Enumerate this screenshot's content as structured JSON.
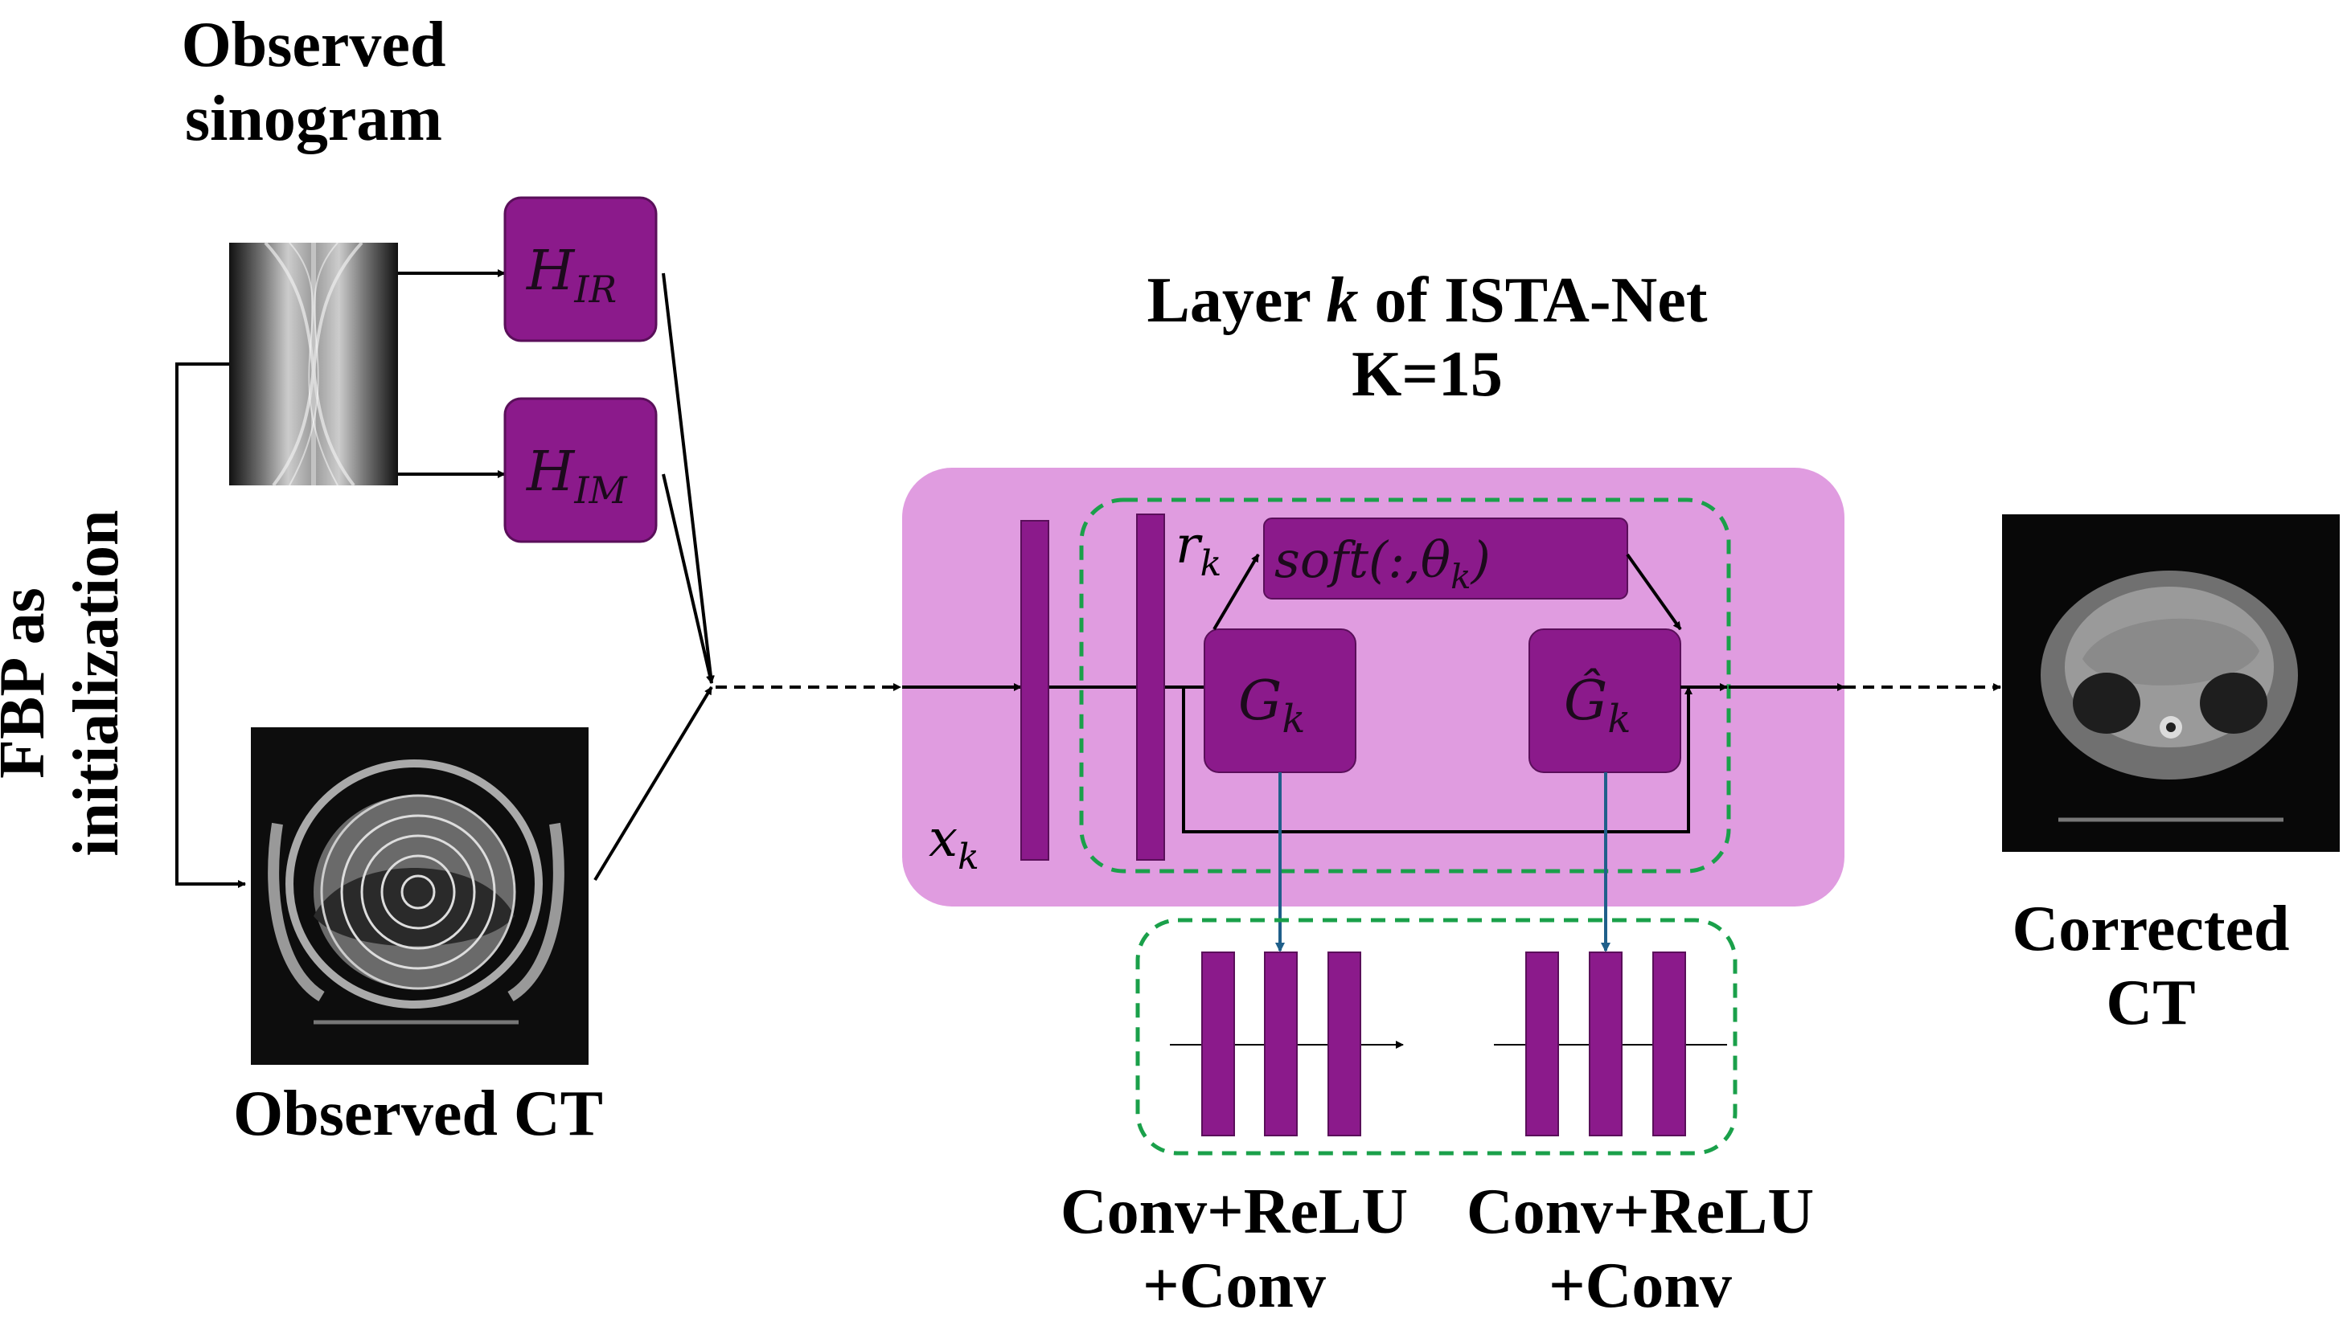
{
  "labels": {
    "observed_sinogram_line1": "Observed",
    "observed_sinogram_line2": "sinogram",
    "observed_ct": "Observed CT",
    "fbp_line1": "FBP as",
    "fbp_line2": "initialization",
    "layer_title_pre": "Layer ",
    "layer_title_k": "k",
    "layer_title_post": " of ISTA-Net",
    "layer_count": "K=15",
    "corrected_line1": "Corrected",
    "corrected_line2": "CT",
    "conv_left_line1": "Conv+ReLU",
    "conv_left_line2": "+Conv",
    "conv_right_line1": "Conv+ReLU",
    "conv_right_line2": "+Conv"
  },
  "math": {
    "h_ir_base": "H",
    "h_ir_sub": "IR",
    "h_im_base": "H",
    "h_im_sub": "IM",
    "soft_text": "soft(:,θ",
    "soft_sub": "k",
    "soft_close": ")",
    "r_base": "r",
    "r_sub": "k",
    "x_base": "x",
    "x_sub": "k",
    "g_base": "G",
    "g_sub": "k",
    "ghat_base": "Ĝ",
    "ghat_sub": "k"
  },
  "colors": {
    "purple": "#8b1a8b",
    "purple_border": "#5a0f5a",
    "pink_panel": "#e09ce0",
    "green_dash": "#1aa04a",
    "blue_arrow": "#1f5f8a"
  }
}
